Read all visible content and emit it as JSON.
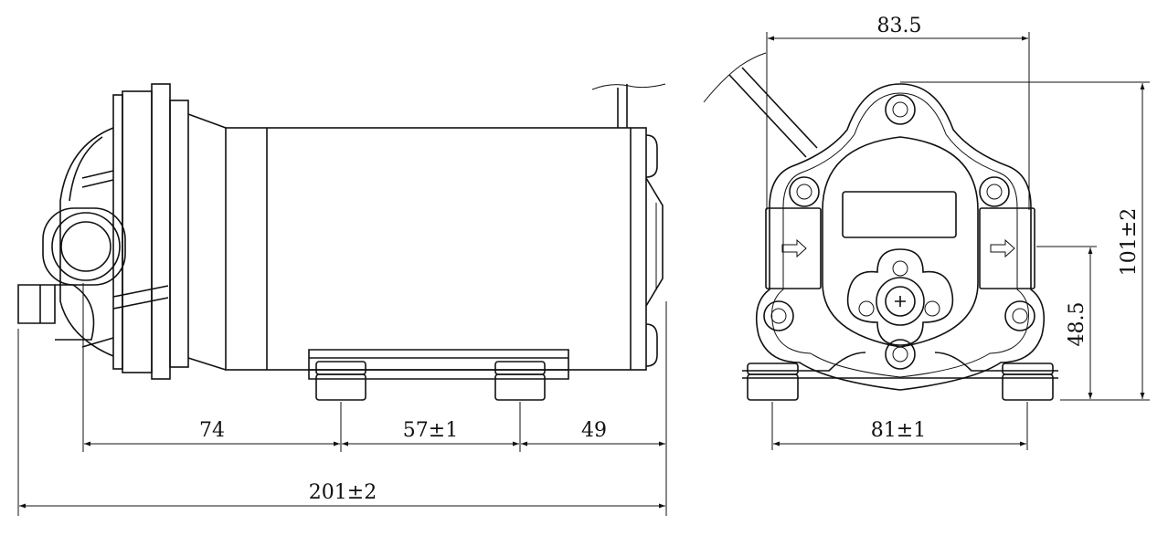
{
  "drawing": {
    "side_view": {
      "dim_inlet_to_foot": "74",
      "dim_foot_spacing": "57±1",
      "dim_foot_to_end": "49",
      "dim_overall_length": "201±2"
    },
    "end_view": {
      "dim_width_top": "83.5",
      "dim_foot_width": "81±1",
      "dim_port_height": "48.5",
      "dim_overall_height": "101±2"
    }
  }
}
